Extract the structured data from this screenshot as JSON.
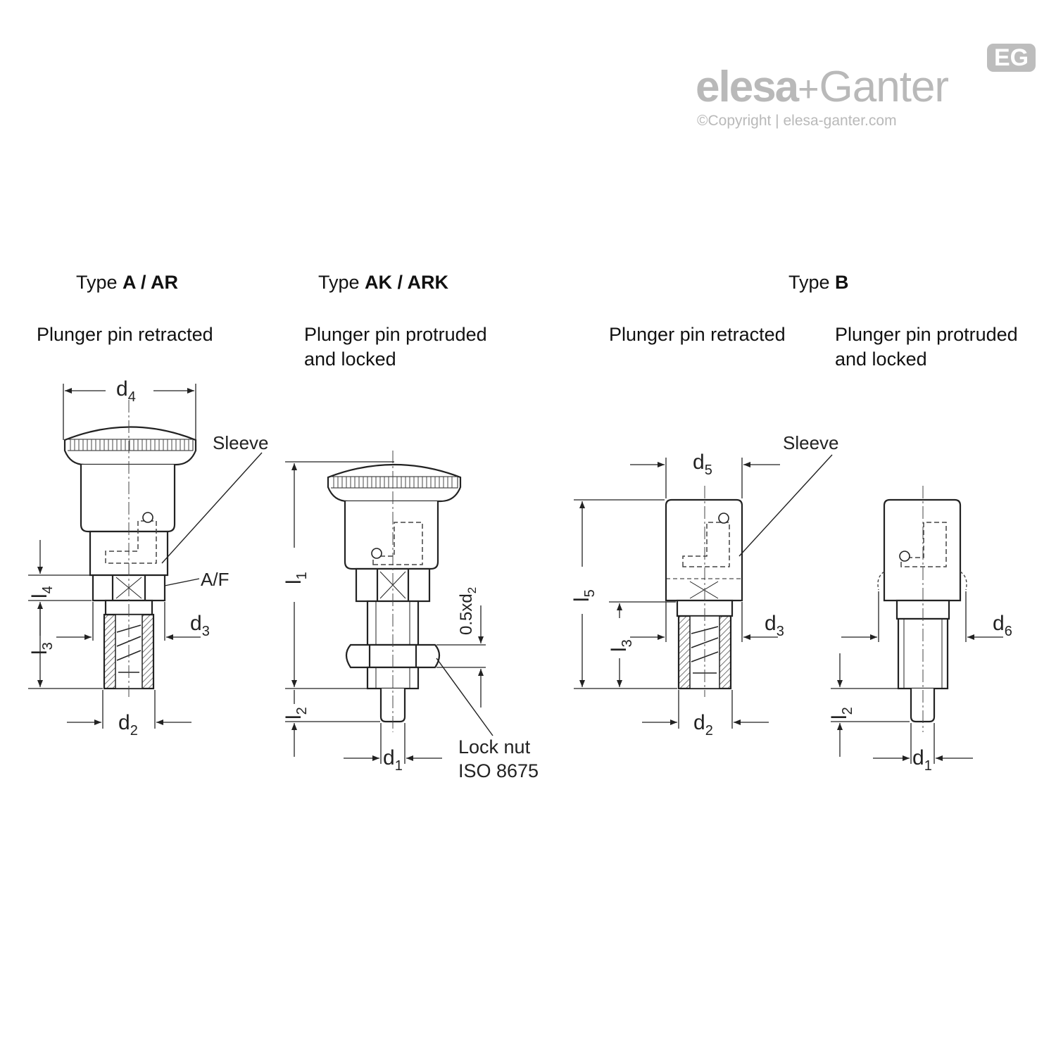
{
  "logo": {
    "brand_left": "elesa",
    "plus": "+",
    "brand_right": "Ganter",
    "copyright": "©Copyright | elesa-ganter.com",
    "badge": "EG",
    "badge_color": "#bdbdbd",
    "text_color": "#b9b9b9"
  },
  "columns": [
    {
      "type_prefix": "Type ",
      "type_bold": "A / AR",
      "caption_line1": "Plunger pin retracted",
      "caption_line2": ""
    },
    {
      "type_prefix": "Type ",
      "type_bold": "AK / ARK",
      "caption_line1": "Plunger pin protruded",
      "caption_line2": "and locked"
    },
    {
      "type_prefix": "Type ",
      "type_bold": "B",
      "caption_line1": "Plunger pin retracted",
      "caption_line2": ""
    },
    {
      "type_prefix": "",
      "type_bold": "",
      "caption_line1": "Plunger pin protruded",
      "caption_line2": "and locked"
    }
  ],
  "callouts": {
    "sleeve": "Sleeve",
    "af": "A/F",
    "lock_nut_line1": "Lock nut",
    "lock_nut_line2": "ISO 8675",
    "half_d2": "0.5xd",
    "half_d2_sub": "2"
  },
  "dims": {
    "d": "d",
    "l": "l",
    "d4": "4",
    "d3": "3",
    "d2": "2",
    "d1": "1",
    "d5": "5",
    "d6": "6",
    "l4": "4",
    "l3": "3",
    "l1": "1",
    "l2": "2",
    "l5": "5"
  },
  "colors": {
    "line": "#222222",
    "dash": "#444444"
  }
}
